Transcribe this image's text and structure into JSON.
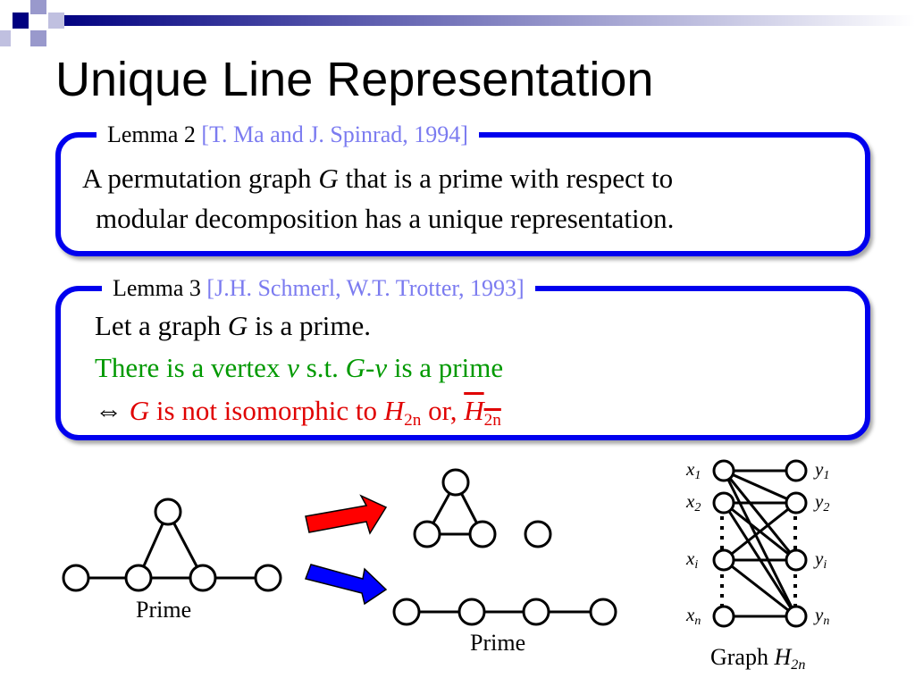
{
  "title": "Unique Line Representation",
  "lemma2": {
    "label": "Lemma 2",
    "citation": "[T. Ma and J. Spinrad, 1994]",
    "line1_a": "A permutation graph",
    "line1_g": "G",
    "line1_b": "that is a prime with respect to",
    "line2": "modular decomposition has a unique representation."
  },
  "lemma3": {
    "label": "Lemma 3",
    "citation": "[J.H. Schmerl, W.T. Trotter, 1993]",
    "line1_a": "Let a graph",
    "line1_g": "G",
    "line1_b": "is a prime.",
    "line2_a": "There is a vertex",
    "line2_v": "v",
    "line2_b": "s.t.",
    "line2_gv": "G-v",
    "line2_c": "is a prime",
    "line3_iff": "⇔",
    "line3_g": "G",
    "line3_a": "is not isomorphic to",
    "line3_h": "H",
    "line3_sub": "2n",
    "line3_or": "or,",
    "line3_h2": "H",
    "line3_sub2": "2n"
  },
  "diagram": {
    "prime_label_left": "Prime",
    "prime_label_right": "Prime",
    "graph_label": "Graph",
    "graph_label_h": "H",
    "graph_label_sub": "2n",
    "left_labels": [
      {
        "v": "x",
        "s": "1"
      },
      {
        "v": "x",
        "s": "2"
      },
      {
        "v": "x",
        "s": "i"
      },
      {
        "v": "x",
        "s": "n"
      }
    ],
    "right_labels": [
      {
        "v": "y",
        "s": "1"
      },
      {
        "v": "y",
        "s": "2"
      },
      {
        "v": "y",
        "s": "i"
      },
      {
        "v": "y",
        "s": "n"
      }
    ],
    "colors": {
      "box_border": "#0000ee",
      "red_arrow": "#ff0000",
      "blue_arrow": "#0000ff",
      "green_text": "#009900",
      "red_text": "#e00000",
      "citation": "#7b7bf0"
    }
  }
}
